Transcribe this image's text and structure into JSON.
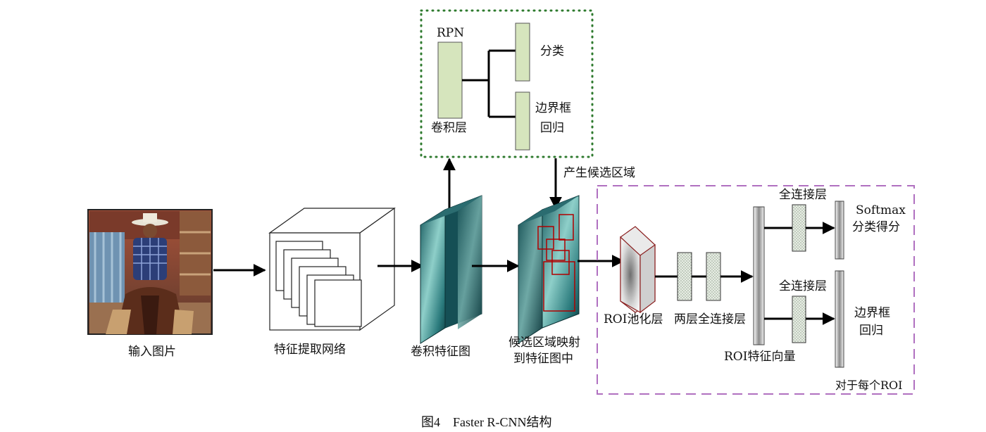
{
  "diagram": {
    "rpn_box": {
      "title": "RPN",
      "conv_label": "卷积层",
      "cls_label": "分类",
      "bbox_label_line1": "边界框",
      "bbox_label_line2": "回归"
    },
    "proposal_label": "产生候选区域",
    "pipeline": {
      "input_label": "输入图片",
      "feature_net_label": "特征提取网络",
      "conv_map_label": "卷积特征图",
      "projection_label_line1": "候选区域映射",
      "projection_label_line2": "到特征图中"
    },
    "roi_box": {
      "pool_label": "ROI池化层",
      "fc2_label": "两层全连接层",
      "vector_label": "ROI特征向量",
      "fc_top_label": "全连接层",
      "fc_bottom_label": "全连接层",
      "softmax_line1": "Softmax",
      "softmax_line2": "分类得分",
      "bbox_line1": "边界框",
      "bbox_line2": "回归",
      "per_roi_label": "对于每个ROI"
    },
    "caption": "图4    Faster R-CNN结构"
  },
  "colors": {
    "rpn_block_fill": "#d6e5bd",
    "rpn_border": "#2e7a2e",
    "roi_border": "#b070c0",
    "feature_map_teal": "#3f8f8f",
    "proposal_red": "#b00000",
    "fc_block_fill": "#e3ebe0"
  }
}
